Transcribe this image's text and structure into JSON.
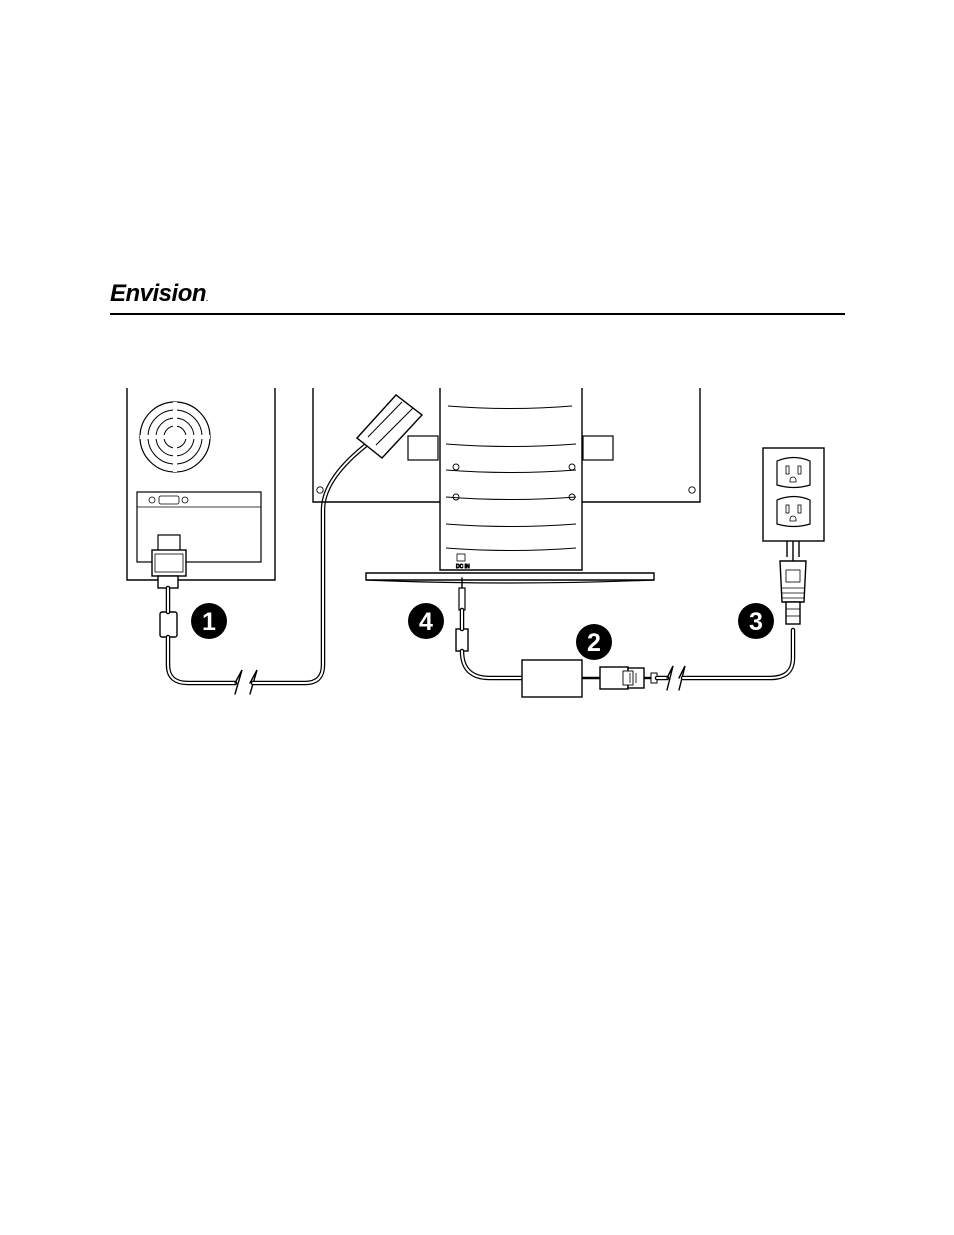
{
  "header": {
    "logo_text": "Envision",
    "logo_mark": "."
  },
  "diagram": {
    "port_label": "DC IN",
    "step_labels": [
      "1",
      "2",
      "3",
      "4"
    ],
    "icons": [
      "computer-fan-icon",
      "vga-connector-icon",
      "monitor-back-icon",
      "power-adapter-icon",
      "wall-outlet-icon",
      "power-plug-icon"
    ]
  }
}
